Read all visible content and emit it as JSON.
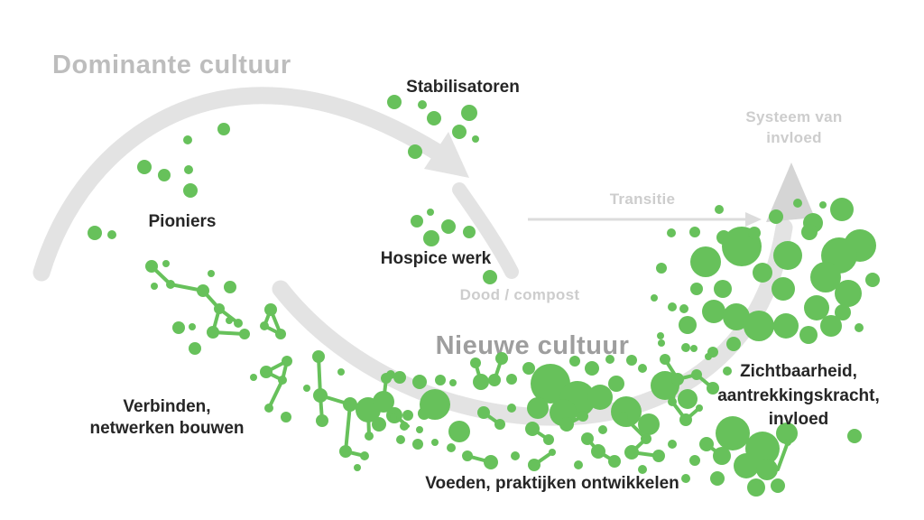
{
  "labels": {
    "dominant_culture": "Dominante cultuur",
    "new_culture": "Nieuwe cultuur",
    "stabilizers": "Stabilisatoren",
    "pioneers": "Pioniers",
    "hospice_work": "Hospice werk",
    "death_compost": "Dood / compost",
    "transition": "Transitie",
    "system_of_influence_line1": "Systeem van",
    "system_of_influence_line2": "invloed",
    "connect_line1": "Verbinden,",
    "connect_line2": "netwerken bouwen",
    "nourish": "Voeden, praktijken ontwikkelen",
    "visibility_line1": "Zichtbaarheid,",
    "visibility_line2": "aantrekkingskracht,",
    "visibility_line3": "invloed"
  },
  "colors": {
    "dot_green": "#67C15B",
    "arc_gray": "#E3E3E3",
    "arrow_gray": "#D5D5D5",
    "transition_gray": "#DCDCDC",
    "title_gray_light": "#BDBDBD",
    "title_gray": "#9E9E9E",
    "label_dark": "#262626",
    "label_light_gray": "#CDCDCD"
  },
  "diagram": {
    "dots": [
      [
        437,
        113,
        8
      ],
      [
        468,
        116,
        5
      ],
      [
        481,
        131,
        8
      ],
      [
        520,
        125,
        9
      ],
      [
        509,
        146,
        8
      ],
      [
        527,
        154,
        4
      ],
      [
        460,
        168,
        8
      ],
      [
        248,
        143,
        7
      ],
      [
        208,
        155,
        5
      ],
      [
        160,
        185,
        8
      ],
      [
        182,
        194,
        7
      ],
      [
        209,
        188,
        5
      ],
      [
        211,
        211,
        8
      ],
      [
        105,
        258,
        8
      ],
      [
        124,
        260,
        5
      ],
      [
        477,
        235,
        4
      ],
      [
        462,
        245,
        7
      ],
      [
        497,
        251,
        8
      ],
      [
        520,
        257,
        7
      ],
      [
        478,
        264,
        9
      ],
      [
        543,
        307,
        8
      ],
      [
        168,
        295,
        7
      ],
      [
        184,
        292,
        4
      ],
      [
        171,
        317,
        4
      ],
      [
        189,
        315,
        5
      ],
      [
        225,
        322,
        7
      ],
      [
        234,
        303,
        4
      ],
      [
        255,
        318,
        7
      ],
      [
        243,
        342,
        6
      ],
      [
        254,
        355,
        4
      ],
      [
        264,
        358,
        5
      ],
      [
        236,
        368,
        7
      ],
      [
        271,
        370,
        6
      ],
      [
        198,
        363,
        7
      ],
      [
        213,
        362,
        4
      ],
      [
        216,
        386,
        7
      ],
      [
        300,
        343,
        7
      ],
      [
        293,
        361,
        5
      ],
      [
        311,
        370,
        6
      ],
      [
        295,
        412,
        7
      ],
      [
        318,
        400,
        6
      ],
      [
        313,
        421,
        5
      ],
      [
        281,
        418,
        4
      ],
      [
        298,
        452,
        5
      ],
      [
        317,
        462,
        6
      ],
      [
        340,
        430,
        4
      ],
      [
        353,
        395,
        7
      ],
      [
        355,
        438,
        8
      ],
      [
        357,
        466,
        7
      ],
      [
        378,
        412,
        4
      ],
      [
        388,
        448,
        8
      ],
      [
        383,
        500,
        7
      ],
      [
        404,
        505,
        5
      ],
      [
        396,
        518,
        4
      ],
      [
        409,
        483,
        5
      ],
      [
        428,
        419,
        6
      ],
      [
        433,
        415,
        5
      ],
      [
        408,
        454,
        14
      ],
      [
        425,
        445,
        12
      ],
      [
        437,
        460,
        9
      ],
      [
        420,
        470,
        8
      ],
      [
        448,
        472,
        5
      ],
      [
        465,
        476,
        4
      ],
      [
        443,
        418,
        7
      ],
      [
        465,
        423,
        8
      ],
      [
        488,
        421,
        6
      ],
      [
        502,
        424,
        4
      ],
      [
        436,
        462,
        4
      ],
      [
        452,
        460,
        6
      ],
      [
        470,
        458,
        7
      ],
      [
        444,
        487,
        5
      ],
      [
        463,
        492,
        6
      ],
      [
        482,
        490,
        4
      ],
      [
        500,
        496,
        5
      ],
      [
        518,
        505,
        6
      ],
      [
        544,
        512,
        8
      ],
      [
        571,
        505,
        5
      ],
      [
        592,
        515,
        7
      ],
      [
        612,
        501,
        4
      ],
      [
        527,
        402,
        6
      ],
      [
        533,
        423,
        9
      ],
      [
        556,
        397,
        7
      ],
      [
        548,
        421,
        7
      ],
      [
        536,
        457,
        7
      ],
      [
        554,
        470,
        6
      ],
      [
        567,
        452,
        5
      ],
      [
        509,
        478,
        12
      ],
      [
        590,
        475,
        8
      ],
      [
        608,
        487,
        6
      ],
      [
        586,
        408,
        7
      ],
      [
        567,
        420,
        6
      ],
      [
        605,
        412,
        6
      ],
      [
        482,
        448,
        17
      ],
      [
        610,
        425,
        22
      ],
      [
        640,
        442,
        20
      ],
      [
        624,
        457,
        15
      ],
      [
        596,
        452,
        12
      ],
      [
        665,
        440,
        14
      ],
      [
        694,
        456,
        17
      ],
      [
        719,
        470,
        12
      ],
      [
        737,
        427,
        16
      ],
      [
        762,
        442,
        11
      ],
      [
        683,
        425,
        9
      ],
      [
        656,
        408,
        8
      ],
      [
        637,
        400,
        6
      ],
      [
        676,
        398,
        5
      ],
      [
        700,
        399,
        6
      ],
      [
        712,
        408,
        5
      ],
      [
        732,
        372,
        4
      ],
      [
        628,
        470,
        8
      ],
      [
        646,
        461,
        6
      ],
      [
        651,
        486,
        7
      ],
      [
        668,
        476,
        5
      ],
      [
        663,
        500,
        8
      ],
      [
        681,
        511,
        7
      ],
      [
        641,
        515,
        5
      ],
      [
        700,
        501,
        8
      ],
      [
        716,
        486,
        6
      ],
      [
        691,
        461,
        5
      ],
      [
        730,
        505,
        7
      ],
      [
        745,
        492,
        5
      ],
      [
        712,
        520,
        5
      ],
      [
        737,
        398,
        6
      ],
      [
        751,
        420,
        7
      ],
      [
        772,
        415,
        6
      ],
      [
        790,
        430,
        7
      ],
      [
        745,
        445,
        5
      ],
      [
        760,
        465,
        7
      ],
      [
        775,
        452,
        4
      ],
      [
        733,
        380,
        4
      ],
      [
        760,
        385,
        5
      ],
      [
        785,
        395,
        4
      ],
      [
        770,
        257,
        6
      ],
      [
        802,
        263,
        8
      ],
      [
        744,
        258,
        5
      ],
      [
        733,
        297,
        6
      ],
      [
        725,
        330,
        4
      ],
      [
        745,
        340,
        5
      ],
      [
        782,
        290,
        17
      ],
      [
        822,
        273,
        22
      ],
      [
        873,
        283,
        16
      ],
      [
        901,
        247,
        11
      ],
      [
        933,
        232,
        13
      ],
      [
        912,
        227,
        4
      ],
      [
        897,
        257,
        9
      ],
      [
        953,
        272,
        18
      ],
      [
        930,
        283,
        20
      ],
      [
        915,
        307,
        17
      ],
      [
        940,
        325,
        15
      ],
      [
        967,
        310,
        8
      ],
      [
        905,
        341,
        14
      ],
      [
        868,
        320,
        13
      ],
      [
        845,
        302,
        11
      ],
      [
        801,
        320,
        10
      ],
      [
        772,
        320,
        7
      ],
      [
        758,
        342,
        5
      ],
      [
        762,
        360,
        10
      ],
      [
        791,
        345,
        13
      ],
      [
        816,
        351,
        15
      ],
      [
        841,
        361,
        17
      ],
      [
        871,
        361,
        14
      ],
      [
        896,
        371,
        10
      ],
      [
        921,
        361,
        12
      ],
      [
        934,
        346,
        9
      ],
      [
        813,
        381,
        8
      ],
      [
        790,
        390,
        6
      ],
      [
        769,
        386,
        4
      ],
      [
        797,
        232,
        5
      ],
      [
        836,
        258,
        7
      ],
      [
        860,
        240,
        8
      ],
      [
        884,
        225,
        5
      ],
      [
        952,
        363,
        5
      ],
      [
        806,
        411,
        5
      ],
      [
        812,
        480,
        19
      ],
      [
        845,
        497,
        19
      ],
      [
        872,
        480,
        12
      ],
      [
        827,
        516,
        14
      ],
      [
        850,
        520,
        12
      ],
      [
        800,
        505,
        10
      ],
      [
        783,
        492,
        8
      ],
      [
        795,
        530,
        8
      ],
      [
        770,
        510,
        6
      ],
      [
        760,
        530,
        5
      ],
      [
        838,
        540,
        10
      ],
      [
        862,
        538,
        8
      ],
      [
        873,
        490,
        4
      ],
      [
        947,
        483,
        8
      ]
    ],
    "edges": [
      [
        168,
        295,
        189,
        315
      ],
      [
        189,
        315,
        225,
        322
      ],
      [
        225,
        322,
        243,
        342
      ],
      [
        243,
        342,
        236,
        368
      ],
      [
        236,
        368,
        271,
        370
      ],
      [
        243,
        342,
        264,
        358
      ],
      [
        300,
        343,
        293,
        361
      ],
      [
        293,
        361,
        311,
        370
      ],
      [
        311,
        370,
        300,
        343
      ],
      [
        295,
        412,
        318,
        400
      ],
      [
        295,
        412,
        313,
        421
      ],
      [
        318,
        400,
        313,
        421
      ],
      [
        313,
        421,
        298,
        452
      ],
      [
        353,
        395,
        355,
        438
      ],
      [
        355,
        438,
        388,
        448
      ],
      [
        355,
        438,
        357,
        466
      ],
      [
        388,
        448,
        408,
        454
      ],
      [
        388,
        448,
        383,
        500
      ],
      [
        383,
        500,
        404,
        505
      ],
      [
        409,
        483,
        408,
        454
      ],
      [
        428,
        419,
        425,
        445
      ],
      [
        437,
        460,
        452,
        472
      ],
      [
        533,
        423,
        527,
        402
      ],
      [
        548,
        421,
        556,
        397
      ],
      [
        536,
        457,
        554,
        470
      ],
      [
        590,
        475,
        608,
        487
      ],
      [
        592,
        515,
        612,
        501
      ],
      [
        544,
        512,
        518,
        505
      ],
      [
        628,
        470,
        646,
        461
      ],
      [
        651,
        486,
        663,
        500
      ],
      [
        663,
        500,
        681,
        511
      ],
      [
        700,
        501,
        716,
        486
      ],
      [
        700,
        501,
        730,
        505
      ],
      [
        716,
        486,
        691,
        461
      ],
      [
        737,
        398,
        751,
        420
      ],
      [
        751,
        420,
        772,
        415
      ],
      [
        772,
        415,
        790,
        430
      ],
      [
        751,
        420,
        745,
        445
      ],
      [
        745,
        445,
        760,
        465
      ],
      [
        760,
        465,
        775,
        452
      ],
      [
        783,
        492,
        800,
        505
      ],
      [
        873,
        490,
        862,
        520
      ]
    ]
  }
}
